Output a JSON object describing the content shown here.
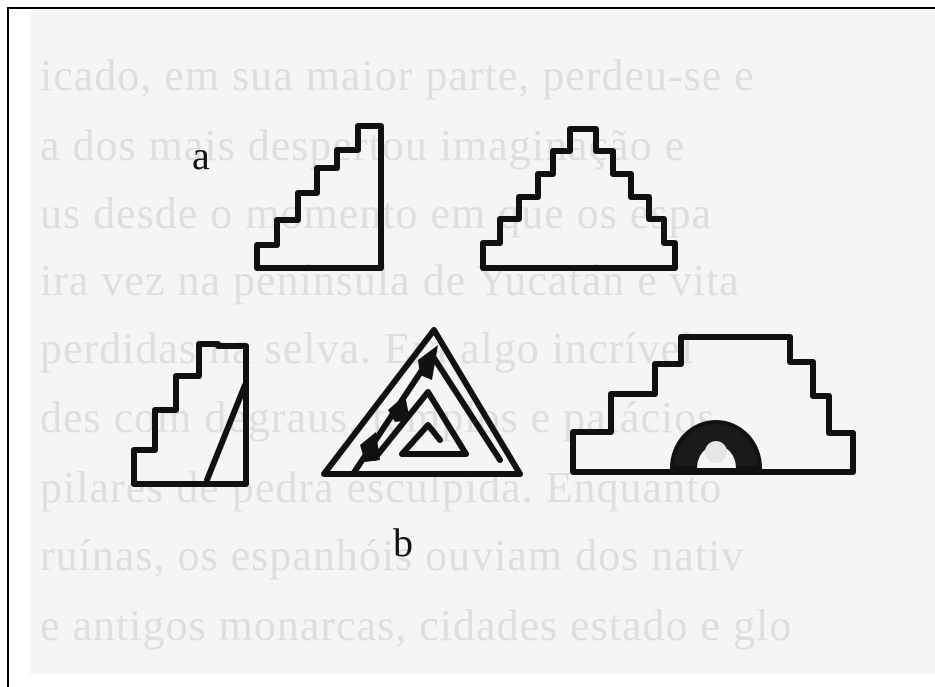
{
  "figure": {
    "label_a": "a",
    "label_b": "b"
  },
  "background_bleed_text": [
    "icado, em sua maior parte, perdeu-se e",
    "a dos mais despertou imaginação e",
    "us desde o momento em que os espa",
    "ira vez na península de Yucatán e vita",
    "perdidas na selva. Era algo incrível",
    "des com degraus, templos e palácios",
    "pilares de pedra esculpida. Enquanto",
    "ruínas, os espanhóis ouviam dos nativ",
    "e antigos monarcas, cidades estado e glo"
  ],
  "colors": {
    "ink": "#111111",
    "paper": "#f5f5f5",
    "bleed": "#dedede"
  }
}
